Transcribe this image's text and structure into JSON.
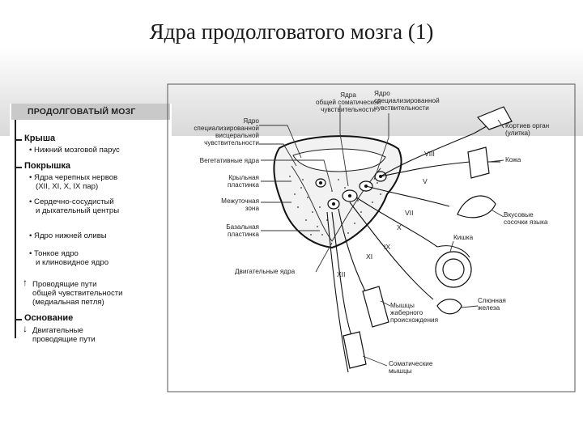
{
  "slide": {
    "title": "Ядра продолговатого мозга (1)"
  },
  "legend": {
    "header": "ПРОДОЛГОВАТЫЙ МОЗГ",
    "roof": {
      "title": "Крыша",
      "items": [
        "• Нижний мозговой парус"
      ]
    },
    "tegmentum": {
      "title": "Покрышка",
      "items": [
        "• Ядра черепных нервов",
        "(XII, XI, X, IX пар)",
        "• Сердечно-сосудистый",
        "и дыхательный центры",
        "• Ядро нижней оливы",
        "• Тонкое ядро",
        "и клиновидное ядро",
        "Проводящие пути",
        "общей чувствительности",
        "(медиальная петля)"
      ]
    },
    "base": {
      "title": "Основание",
      "items": [
        "Двигательные",
        "проводящие пути"
      ]
    }
  },
  "diagram": {
    "labels": {
      "somatic_top": [
        "Ядра",
        "общей соматической",
        "чувствительности"
      ],
      "special_sense": [
        "Ядро",
        "специализированной",
        "чувствительности"
      ],
      "visceral_special": [
        "Ядро",
        "специализированной",
        "висцеральной",
        "чувствительности"
      ],
      "vegetative": "Вегетативные ядра",
      "roof_plate": [
        "Крыльная",
        "пластинка"
      ],
      "intermediate": [
        "Межуточная",
        "зона"
      ],
      "basal_plate": [
        "Базальная",
        "пластинка"
      ],
      "motor": "Двигательные ядра",
      "corti": [
        "Кортиев орган",
        "(улитка)"
      ],
      "skin": "Кожа",
      "taste": [
        "Вкусовые",
        "сосочки языка"
      ],
      "gut": "Кишка",
      "salivary": [
        "Слюнная",
        "железа"
      ],
      "branchial": [
        "Мышцы",
        "жаберного",
        "происхождения"
      ],
      "somatic_muscles": [
        "Соматические",
        "мышцы"
      ]
    },
    "nerves": [
      "VIII",
      "V",
      "VII",
      "X",
      "IX",
      "XI",
      "XII"
    ]
  }
}
